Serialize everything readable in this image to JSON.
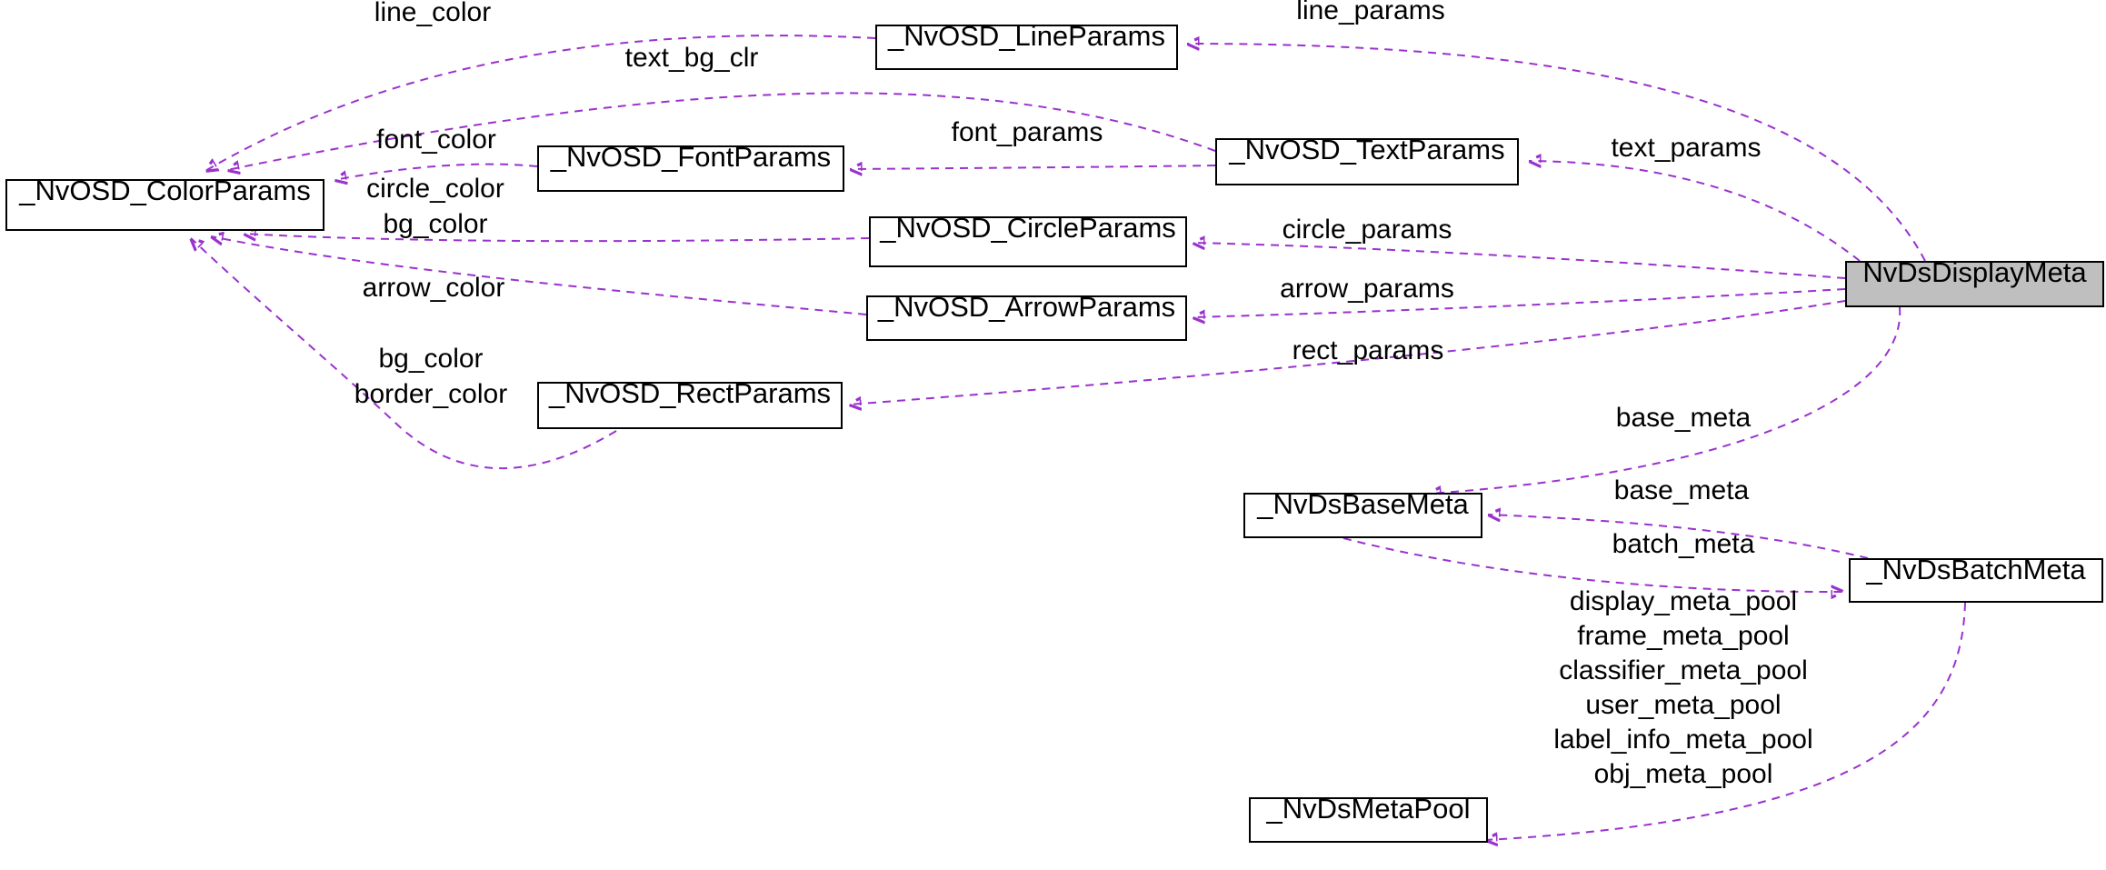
{
  "diagram_type": "doxygen-collaboration-graph",
  "nodes": {
    "color_params": "_NvOSD_ColorParams",
    "line_params": "_NvOSD_LineParams",
    "font_params": "_NvOSD_FontParams",
    "text_params": "_NvOSD_TextParams",
    "circle_params": "_NvOSD_CircleParams",
    "arrow_params": "_NvOSD_ArrowParams",
    "rect_params": "_NvOSD_RectParams",
    "display_meta": "NvDsDisplayMeta",
    "base_meta": "_NvDsBaseMeta",
    "batch_meta": "_NvDsBatchMeta",
    "meta_pool": "_NvDsMetaPool"
  },
  "edge_labels": {
    "line_color": "line_color",
    "text_bg_clr": "text_bg_clr",
    "font_color": "font_color",
    "circle_color_bg_color": "circle_color\nbg_color",
    "arrow_color": "arrow_color",
    "rect_bg_border": "bg_color\nborder_color",
    "line_params": "line_params",
    "font_params": "font_params",
    "text_params": "text_params",
    "circle_params": "circle_params",
    "arrow_params": "arrow_params",
    "rect_params": "rect_params",
    "base_meta_from_display": "base_meta",
    "base_meta_from_batch": "base_meta",
    "batch_meta": "batch_meta",
    "meta_pools": "display_meta_pool\nframe_meta_pool\nclassifier_meta_pool\nuser_meta_pool\nlabel_info_meta_pool\nobj_meta_pool"
  },
  "colors": {
    "edge": "#9a32cd",
    "node_border": "#000000",
    "node_fill": "#ffffff",
    "highlight_fill": "#bfbfbf",
    "text": "#000000",
    "background": "#ffffff"
  }
}
